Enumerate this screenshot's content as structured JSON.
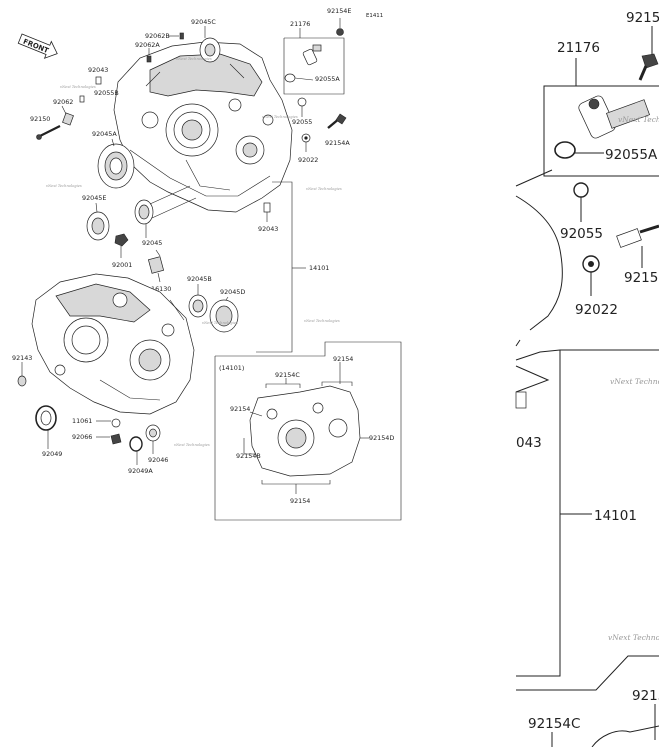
{
  "diagram_code": "E1411",
  "front_badge": "FRONT",
  "watermark": "vNext Technologies",
  "labels": {
    "p92154E": "92154E",
    "p92045C": "92045C",
    "p92062B": "92062B",
    "p92062A": "92062A",
    "p21176": "21176",
    "p92043a": "92043",
    "p92055B": "92055B",
    "p92062": "92062",
    "p92055A": "92055A",
    "p92150": "92150",
    "p92045A": "92045A",
    "p92055": "92055",
    "p92154A": "92154A",
    "p92022": "92022",
    "p92045E": "92045E",
    "p92043b": "92043",
    "p92045": "92045",
    "p92001": "92001",
    "p14101": "14101",
    "p16130": "16130",
    "p92045B": "92045B",
    "p92045D": "92045D",
    "p92143": "92143",
    "p11061": "11061",
    "p92066": "92066",
    "p92049": "92049",
    "p92046": "92046",
    "p92049A": "92049A",
    "inset_title": "(14101)",
    "i92154top": "92154",
    "i92154C": "92154C",
    "i92154left": "92154",
    "i92154B": "92154B",
    "i92154D": "92154D",
    "i92154bottom": "92154"
  },
  "zoom_labels": {
    "z92154top": "9215",
    "z21176": "21176",
    "z92055A": "92055A",
    "z92055": "92055",
    "z92154A": "9215",
    "z92022": "92022",
    "z043": "043",
    "z14101": "14101",
    "z92154b": "9215",
    "z92154C": "92154C"
  }
}
